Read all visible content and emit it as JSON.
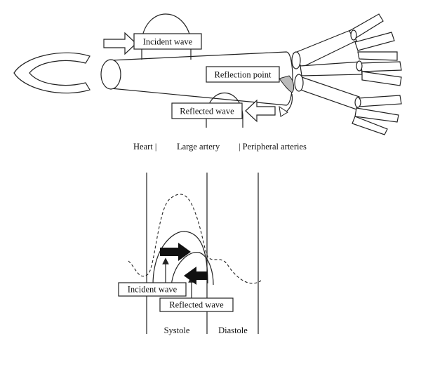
{
  "top_diagram": {
    "incident_wave_label": "Incident wave",
    "reflection_point_label": "Reflection point",
    "reflected_wave_label": "Reflected wave",
    "region_heart": "Heart |",
    "region_large_artery": "Large artery",
    "region_peripheral": "| Peripheral arteries"
  },
  "bottom_diagram": {
    "incident_wave_label": "Incident wave",
    "reflected_wave_label": "Reflected wave",
    "phase_systole": "Systole",
    "phase_diastole": "Diastole"
  },
  "colors": {
    "line": "#222222",
    "reflection_marker": "#bbbbbb",
    "background": "#ffffff"
  }
}
